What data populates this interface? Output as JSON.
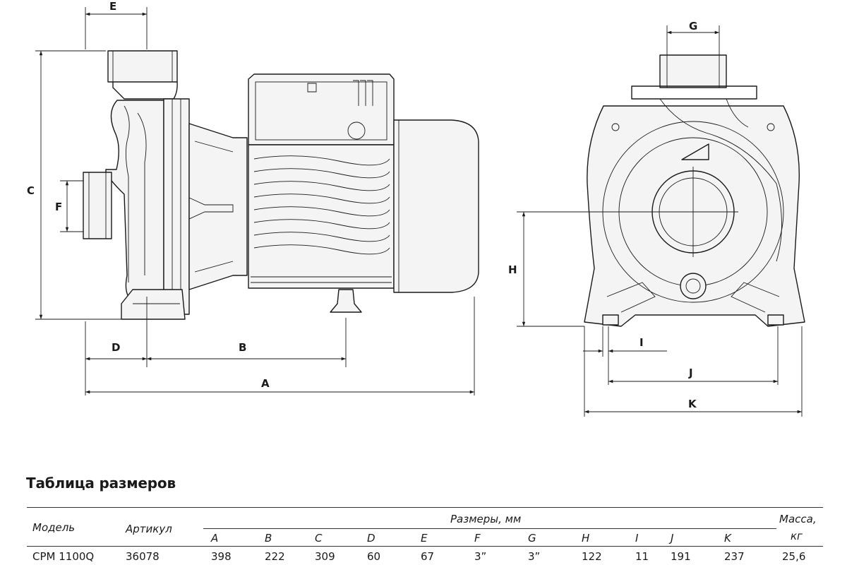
{
  "drawing": {
    "side_view_labels": [
      "E",
      "C",
      "F",
      "D",
      "B",
      "A"
    ],
    "front_view_labels": [
      "G",
      "H",
      "I",
      "J",
      "K"
    ]
  },
  "table": {
    "title": "Таблица размеров",
    "header": {
      "model": "Модель",
      "article": "Артикул",
      "dimensions_group": "Размеры, мм",
      "mass_line1": "Масса,",
      "mass_line2": "кг",
      "dimension_columns": [
        "A",
        "B",
        "C",
        "D",
        "E",
        "F",
        "G",
        "H",
        "I",
        "J",
        "K"
      ]
    },
    "rows": [
      {
        "model": "CPM 1100Q",
        "article": "36078",
        "values": [
          "398",
          "222",
          "309",
          "60",
          "67",
          "3”",
          "3”",
          "122",
          "11",
          "191",
          "237"
        ],
        "mass": "25,6"
      }
    ]
  }
}
